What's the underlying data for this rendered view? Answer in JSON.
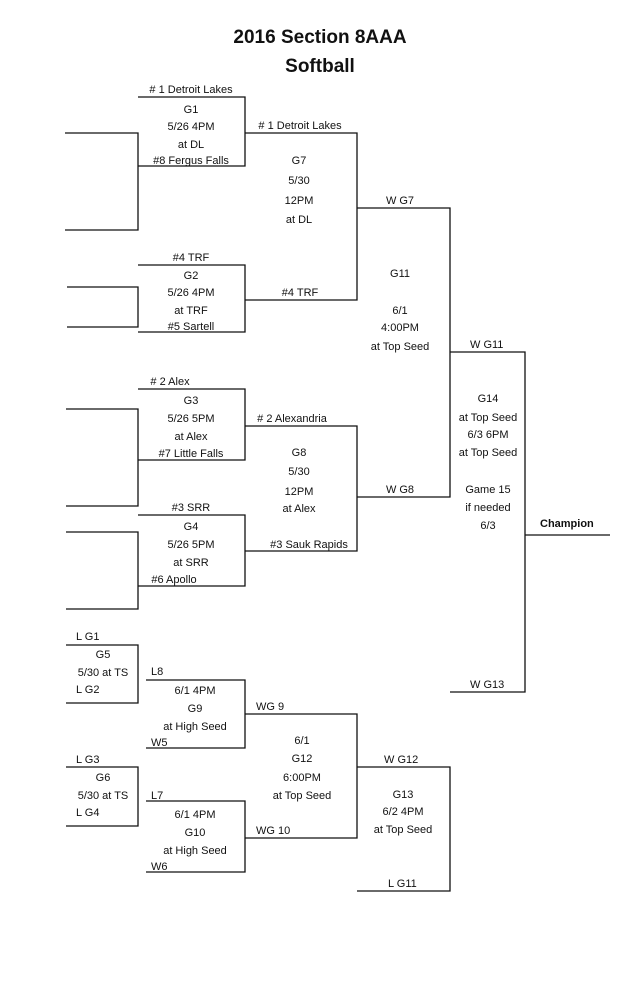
{
  "title": "2016 Section 8AAA",
  "subtitle": "Softball",
  "games": {
    "g1": {
      "top": "# 1  Detroit Lakes",
      "name": "G1",
      "when": "5/26  4PM",
      "where": "at DL",
      "bottom": "#8 Fergus Falls"
    },
    "g2": {
      "top": "#4 TRF",
      "name": "G2",
      "when": "5/26  4PM",
      "where": "at TRF",
      "bottom": "#5 Sartell"
    },
    "g3": {
      "top": "# 2 Alex",
      "name": "G3",
      "when": "5/26  5PM",
      "where": "at Alex",
      "bottom": "#7 Little Falls"
    },
    "g4": {
      "top": "#3 SRR",
      "name": "G4",
      "when": "5/26  5PM",
      "where": "at SRR",
      "bottom": "#6 Apollo"
    },
    "g5": {
      "top": "L G1",
      "name": "G5",
      "when": "5/30 at TS",
      "bottom": "L G2"
    },
    "g6": {
      "top": "L G3",
      "name": "G6",
      "when": "5/30 at TS",
      "bottom": "L G4"
    },
    "g7": {
      "top": "# 1  Detroit Lakes",
      "name": "G7",
      "date": "5/30",
      "time": "12PM",
      "where": "at DL",
      "bottom": "#4 TRF"
    },
    "g8": {
      "top": "# 2 Alexandria",
      "name": "G8",
      "date": "5/30",
      "time": "12PM",
      "where": "at Alex",
      "bottom": "#3 Sauk Rapids"
    },
    "g9": {
      "top": "L8",
      "when": "6/1  4PM",
      "name": "G9",
      "where": "at High Seed",
      "bottom": "W5"
    },
    "g10": {
      "top": "L7",
      "when": "6/1  4PM",
      "name": "G10",
      "where": "at High Seed",
      "bottom": "W6"
    },
    "g11": {
      "top": "W G7",
      "name": "G11",
      "date": "6/1",
      "time": "4:00PM",
      "where": "at Top Seed",
      "bottom": "W G8"
    },
    "g12": {
      "top": "WG 9",
      "date": "6/1",
      "name": "G12",
      "time": "6:00PM",
      "where": "at Top Seed",
      "bottom": "WG 10"
    },
    "g13": {
      "top": "W G12",
      "name": "G13",
      "when": "6/2  4PM",
      "where": "at Top Seed",
      "bottom": "L  G11"
    },
    "g14": {
      "top": "W G11",
      "name": "G14",
      "where": "at Top Seed",
      "when": "6/3  6PM",
      "where2": "at Top Seed",
      "game15": "Game 15",
      "if_needed": "if needed",
      "date15": "6/3",
      "bottom": "W G13"
    },
    "champion": "Champion"
  }
}
